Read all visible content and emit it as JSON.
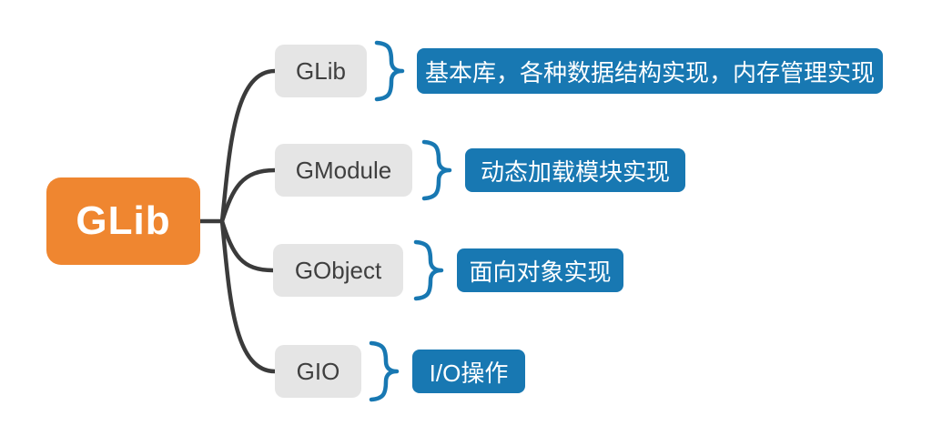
{
  "diagram": {
    "type": "mindmap",
    "root": {
      "label": "GLib"
    },
    "branches": [
      {
        "label": "GLib",
        "description": "基本库，各种数据结构实现，内存管理实现"
      },
      {
        "label": "GModule",
        "description": "动态加载模块实现"
      },
      {
        "label": "GObject",
        "description": "面向对象实现"
      },
      {
        "label": "GIO",
        "description": "I/O操作"
      }
    ],
    "colors": {
      "root_fill": "#ef8630",
      "root_text": "#ffffff",
      "node_fill": "#e5e5e5",
      "node_text": "#3f3f3f",
      "desc_fill": "#1878b2",
      "desc_text": "#ffffff",
      "connector": "#3b3b3b",
      "brace": "#1878b2"
    }
  }
}
